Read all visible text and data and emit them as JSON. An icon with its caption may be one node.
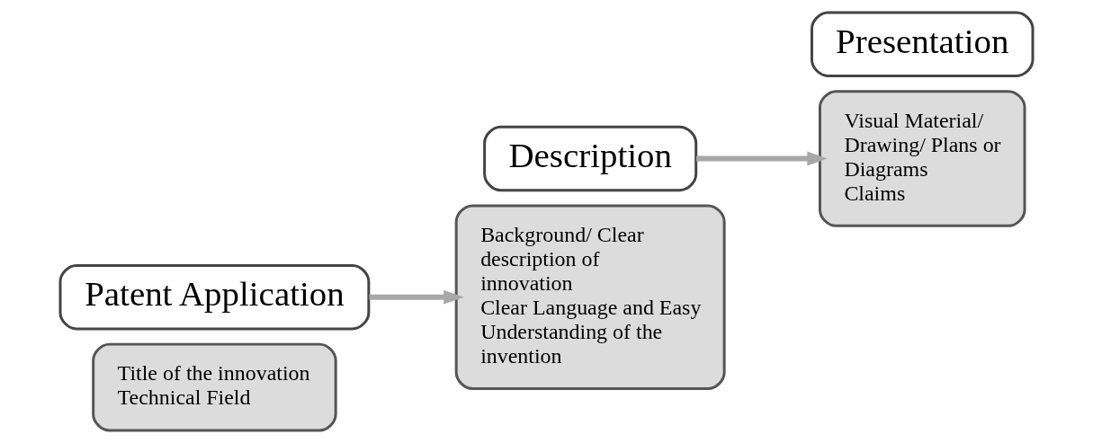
{
  "diagram": {
    "nodes": [
      {
        "text": [
          "Title of the innovation",
          "Technical Field"
        ]
      },
      {
        "text": [
          "Patent Application"
        ]
      },
      {
        "text": [
          "Background/ Clear description of innovation",
          "Clear Language and Easy Understanding of the invention"
        ]
      },
      {
        "text": [
          "Description"
        ]
      },
      {
        "text": [
          "Visual Material/ Drawing/ Plans or Diagrams",
          "Claims"
        ]
      },
      {
        "text": [
          "Presentation"
        ]
      }
    ],
    "edges": [
      {
        "from": 1,
        "to": 2,
        "arrow": "to"
      },
      {
        "from": 3,
        "to": 4,
        "arrow": "to"
      }
    ]
  }
}
